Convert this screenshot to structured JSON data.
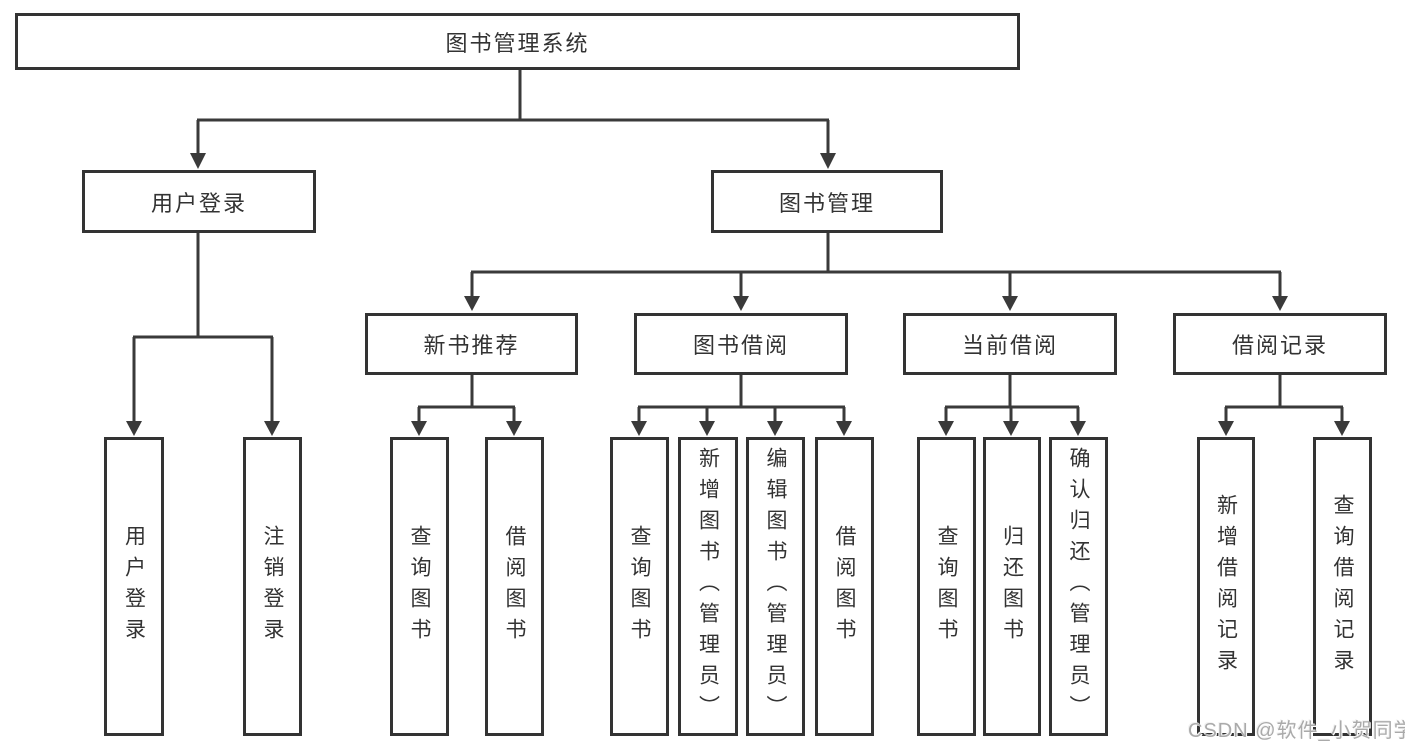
{
  "tree": {
    "root": {
      "label": "图书管理系统",
      "children": [
        {
          "label": "用户登录",
          "children": [
            {
              "label": "用户登录"
            },
            {
              "label": "注销登录"
            }
          ]
        },
        {
          "label": "图书管理",
          "children": [
            {
              "label": "新书推荐",
              "children": [
                {
                  "label": "查询图书"
                },
                {
                  "label": "借阅图书"
                }
              ]
            },
            {
              "label": "图书借阅",
              "children": [
                {
                  "label": "查询图书"
                },
                {
                  "label": "新增图书（管理员）"
                },
                {
                  "label": "编辑图书（管理员）"
                },
                {
                  "label": "借阅图书"
                }
              ]
            },
            {
              "label": "当前借阅",
              "children": [
                {
                  "label": "查询图书"
                },
                {
                  "label": "归还图书"
                },
                {
                  "label": "确认归还（管理员）"
                }
              ]
            },
            {
              "label": "借阅记录",
              "children": [
                {
                  "label": "新增借阅记录"
                },
                {
                  "label": "查询借阅记录"
                }
              ]
            }
          ]
        }
      ]
    }
  },
  "watermark": {
    "text": "CSDN @软件_小贺同学"
  },
  "colors": {
    "line": "#3a3a3a",
    "box_border": "#333333",
    "text": "#333333",
    "watermark": "#aaaaaa",
    "background": "#ffffff"
  }
}
